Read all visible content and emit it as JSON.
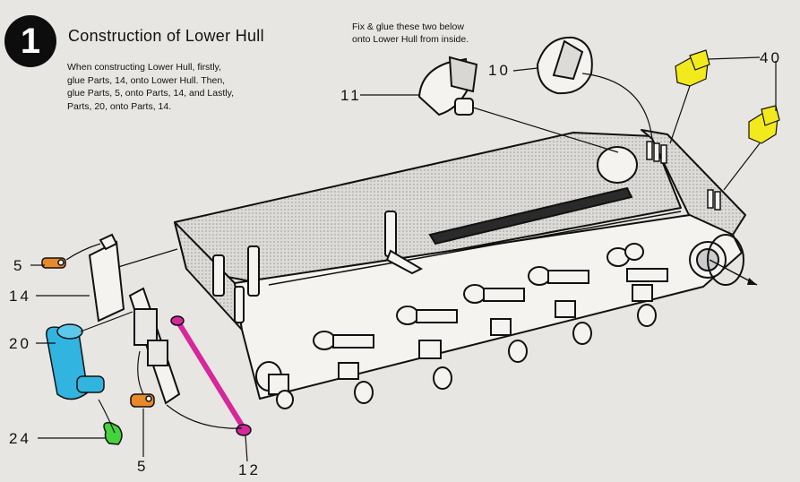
{
  "step": {
    "number": "1",
    "title": "Construction of Lower Hull",
    "instructions": [
      "When constructing Lower Hull, firstly,",
      "glue Parts, 14, onto Lower Hull.  Then,",
      "glue Parts, 5, onto Parts, 14, and Lastly,",
      "Parts, 20, onto Parts, 14."
    ],
    "note": [
      "Fix & glue these two below",
      "onto Lower Hull from inside."
    ]
  },
  "parts": {
    "p5_top": "5",
    "p14": "14",
    "p20": "20",
    "p24": "24",
    "p5_bottom": "5",
    "p12": "12",
    "p11": "11",
    "p10": "10",
    "p40": "40"
  },
  "colors": {
    "part_5": "#e8892a",
    "part_20": "#32b4e0",
    "part_24": "#46d23c",
    "part_12": "#d6279b",
    "part_40": "#f2ea1c",
    "hull": "#f4f3f0",
    "ink": "#111111"
  }
}
